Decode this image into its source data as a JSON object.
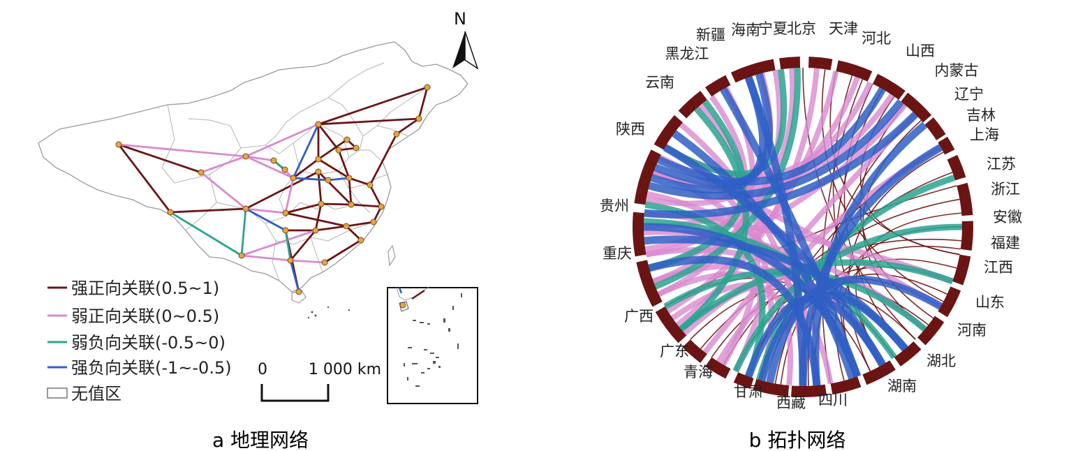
{
  "panel_a": {
    "caption": "a  地理网络",
    "north": "N",
    "scale": {
      "start": "0",
      "end": "1 000 km"
    },
    "legend": [
      {
        "label": "强正向关联(0.5~1)",
        "color": "#6b1414"
      },
      {
        "label": "弱正向关联(0~0.5)",
        "color": "#d98ad0"
      },
      {
        "label": "弱负向关联(-0.5~0)",
        "color": "#2aa391"
      },
      {
        "label": "强负向关联(-1~-0.5)",
        "color": "#2f5fc4"
      },
      {
        "label": "无值区",
        "color": "#ffffff"
      }
    ]
  },
  "panel_b": {
    "caption": "b  拓扑网络",
    "provinces": [
      "宁夏",
      "北京",
      "天津",
      "河北",
      "山西",
      "内蒙古",
      "辽宁",
      "吉林",
      "上海",
      "江苏",
      "浙江",
      "安徽",
      "福建",
      "江西",
      "山东",
      "河南",
      "湖北",
      "湖南",
      "四川",
      "西藏",
      "甘肃",
      "青海",
      "广东",
      "广西",
      "重庆",
      "贵州",
      "陕西",
      "云南",
      "黑龙江",
      "新疆",
      "海南"
    ]
  },
  "colors": {
    "strong_positive": "#6b1414",
    "weak_positive": "#d98ad0",
    "weak_negative": "#2aa391",
    "strong_negative": "#2f5fc4",
    "node": "#e3a64a",
    "outline": "#9a9a9a"
  }
}
